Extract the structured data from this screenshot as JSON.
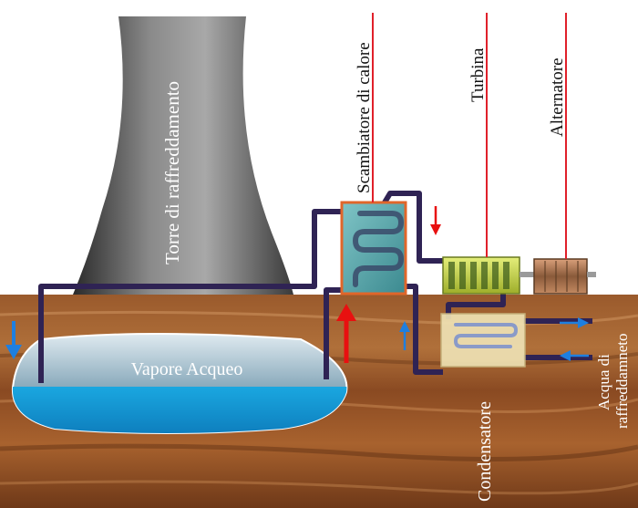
{
  "labels": {
    "cooling_tower": "Torre di raffreddamento",
    "steam_reservoir": "Vapore Acqueo",
    "heat_exchanger": "Scambiatore di calore",
    "turbine": "Turbina",
    "alternator": "Alternatore",
    "condenser": "Condensatore",
    "cooling_water_line1": "Acqua di",
    "cooling_water_line2": "raffreddamneto"
  },
  "colors": {
    "ground": "#8a4a22",
    "pipe": "#2f2354",
    "water": "#1aa7e0",
    "leader_line": "#e0202a",
    "arrow_red": "#e81010",
    "arrow_blue": "#1e7fe0",
    "exchanger_border": "#e0662a",
    "exchanger_fill": "#4a9aa0",
    "turbine_fill": "#c8d64a",
    "condenser_fill": "#efe2b4"
  },
  "icons": {
    "flow_down_left": "arrow-down-icon",
    "flow_up_reservoir": "arrow-up-icon",
    "flow_down_exchanger": "arrow-down-icon",
    "flow_up_condenser": "arrow-up-icon",
    "cooling_out": "arrow-right-icon",
    "cooling_in": "arrow-left-icon"
  }
}
